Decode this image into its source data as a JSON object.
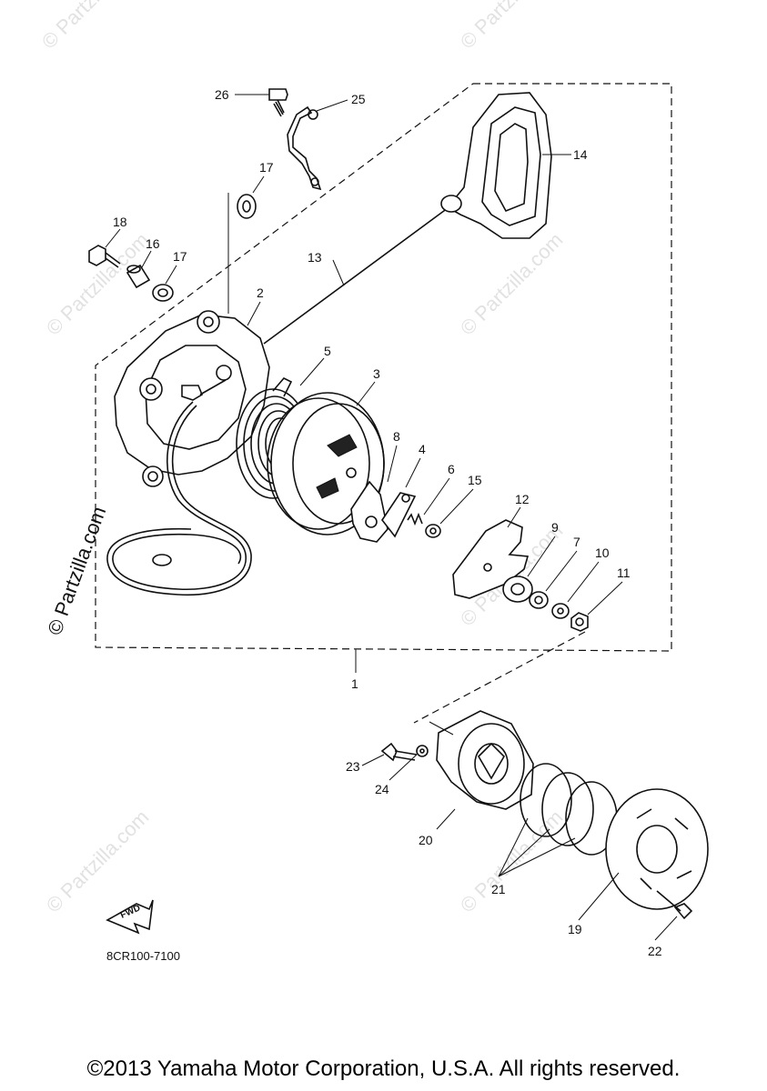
{
  "watermarks": {
    "text": "© Partzilla.com",
    "side_text": "© Partzilla.com"
  },
  "part_labels": {
    "p1": "1",
    "p2": "2",
    "p3": "3",
    "p4": "4",
    "p5": "5",
    "p6": "6",
    "p7": "7",
    "p8": "8",
    "p9": "9",
    "p10": "10",
    "p11": "11",
    "p12": "12",
    "p13": "13",
    "p14": "14",
    "p15": "15",
    "p16": "16",
    "p17a": "17",
    "p17b": "17",
    "p18": "18",
    "p19": "19",
    "p20": "20",
    "p21": "21",
    "p22": "22",
    "p23": "23",
    "p24": "24",
    "p25": "25",
    "p26": "26"
  },
  "diagram_code": "8CR100-7100",
  "fwd_label": "FWD",
  "copyright": "©2013 Yamaha Motor Corporation, U.S.A. All rights reserved."
}
